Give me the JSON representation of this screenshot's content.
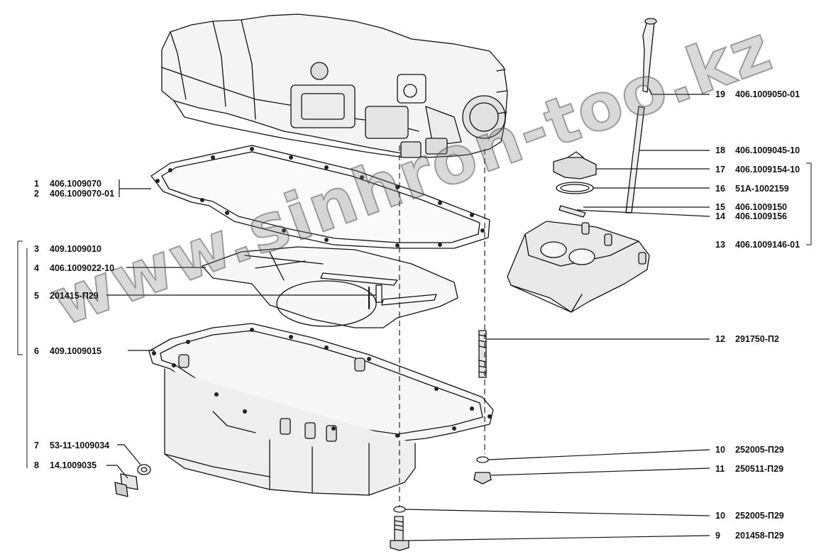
{
  "watermark": "www.sinhron-too.kz",
  "parts_left": [
    {
      "num": "1",
      "code": "406.1009070"
    },
    {
      "num": "2",
      "code": "406.1009070-01"
    },
    {
      "num": "3",
      "code": "409.1009010"
    },
    {
      "num": "4",
      "code": "406.1009022-10"
    },
    {
      "num": "5",
      "code": "201415-П29"
    },
    {
      "num": "6",
      "code": "409.1009015"
    },
    {
      "num": "7",
      "code": "53-11-1009034"
    },
    {
      "num": "8",
      "code": "14.1009035"
    }
  ],
  "parts_right": [
    {
      "num": "19",
      "code": "406.1009050-01"
    },
    {
      "num": "18",
      "code": "406.1009045-10"
    },
    {
      "num": "17",
      "code": "406.1009154-10"
    },
    {
      "num": "16",
      "code": "51А-1002159"
    },
    {
      "num": "15",
      "code": "406.1009150"
    },
    {
      "num": "14",
      "code": "406.1009156"
    },
    {
      "num": "13",
      "code": "406.1009146-01"
    },
    {
      "num": "12",
      "code": "291750-П2"
    },
    {
      "num": "10",
      "code": "252005-П29"
    },
    {
      "num": "11",
      "code": "250511-П29"
    },
    {
      "num": "10",
      "code": "252005-П29"
    },
    {
      "num": "9",
      "code": "201458-П29"
    }
  ]
}
